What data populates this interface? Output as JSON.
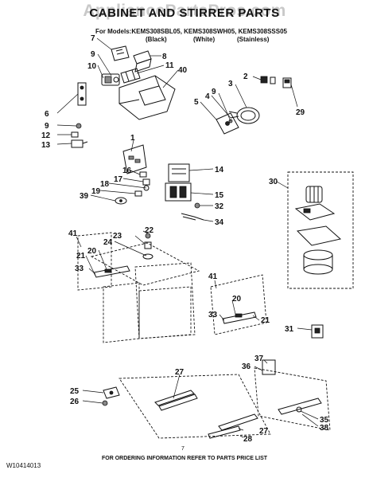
{
  "header": {
    "watermark": "AppliancePartsPros.com",
    "title": "CABINET AND STIRRER PARTS",
    "models_label": "For Models:KEMS308SBL05, KEMS308SWH05, KEMS308SSS05",
    "finish_black": "(Black)",
    "finish_white": "(White)",
    "finish_stainless": "(Stainless)"
  },
  "footer": {
    "doc_number": "W10414013",
    "ordering_note": "FOR ORDERING INFORMATION REFER TO PARTS PRICE LIST",
    "page_number": "7"
  },
  "callouts": {
    "c1": "1",
    "c2": "2",
    "c3": "3",
    "c4": "4",
    "c5": "5",
    "c6": "6",
    "c7": "7",
    "c8": "8",
    "c9a": "9",
    "c9b": "9",
    "c9c": "9",
    "c10": "10",
    "c11": "11",
    "c12": "12",
    "c13": "13",
    "c14": "14",
    "c15": "15",
    "c16": "16",
    "c17": "17",
    "c18": "18",
    "c19": "19",
    "c20a": "20",
    "c20b": "20",
    "c21a": "21",
    "c21b": "21",
    "c22": "22",
    "c23": "23",
    "c24": "24",
    "c25": "25",
    "c26": "26",
    "c27a": "27",
    "c27b": "27",
    "c28": "28",
    "c29": "29",
    "c30": "30",
    "c31": "31",
    "c32": "32",
    "c33a": "33",
    "c33b": "33",
    "c34": "34",
    "c35": "35",
    "c36": "36",
    "c37": "37",
    "c38": "38",
    "c39": "39",
    "c40": "40",
    "c41a": "41",
    "c41b": "41"
  }
}
